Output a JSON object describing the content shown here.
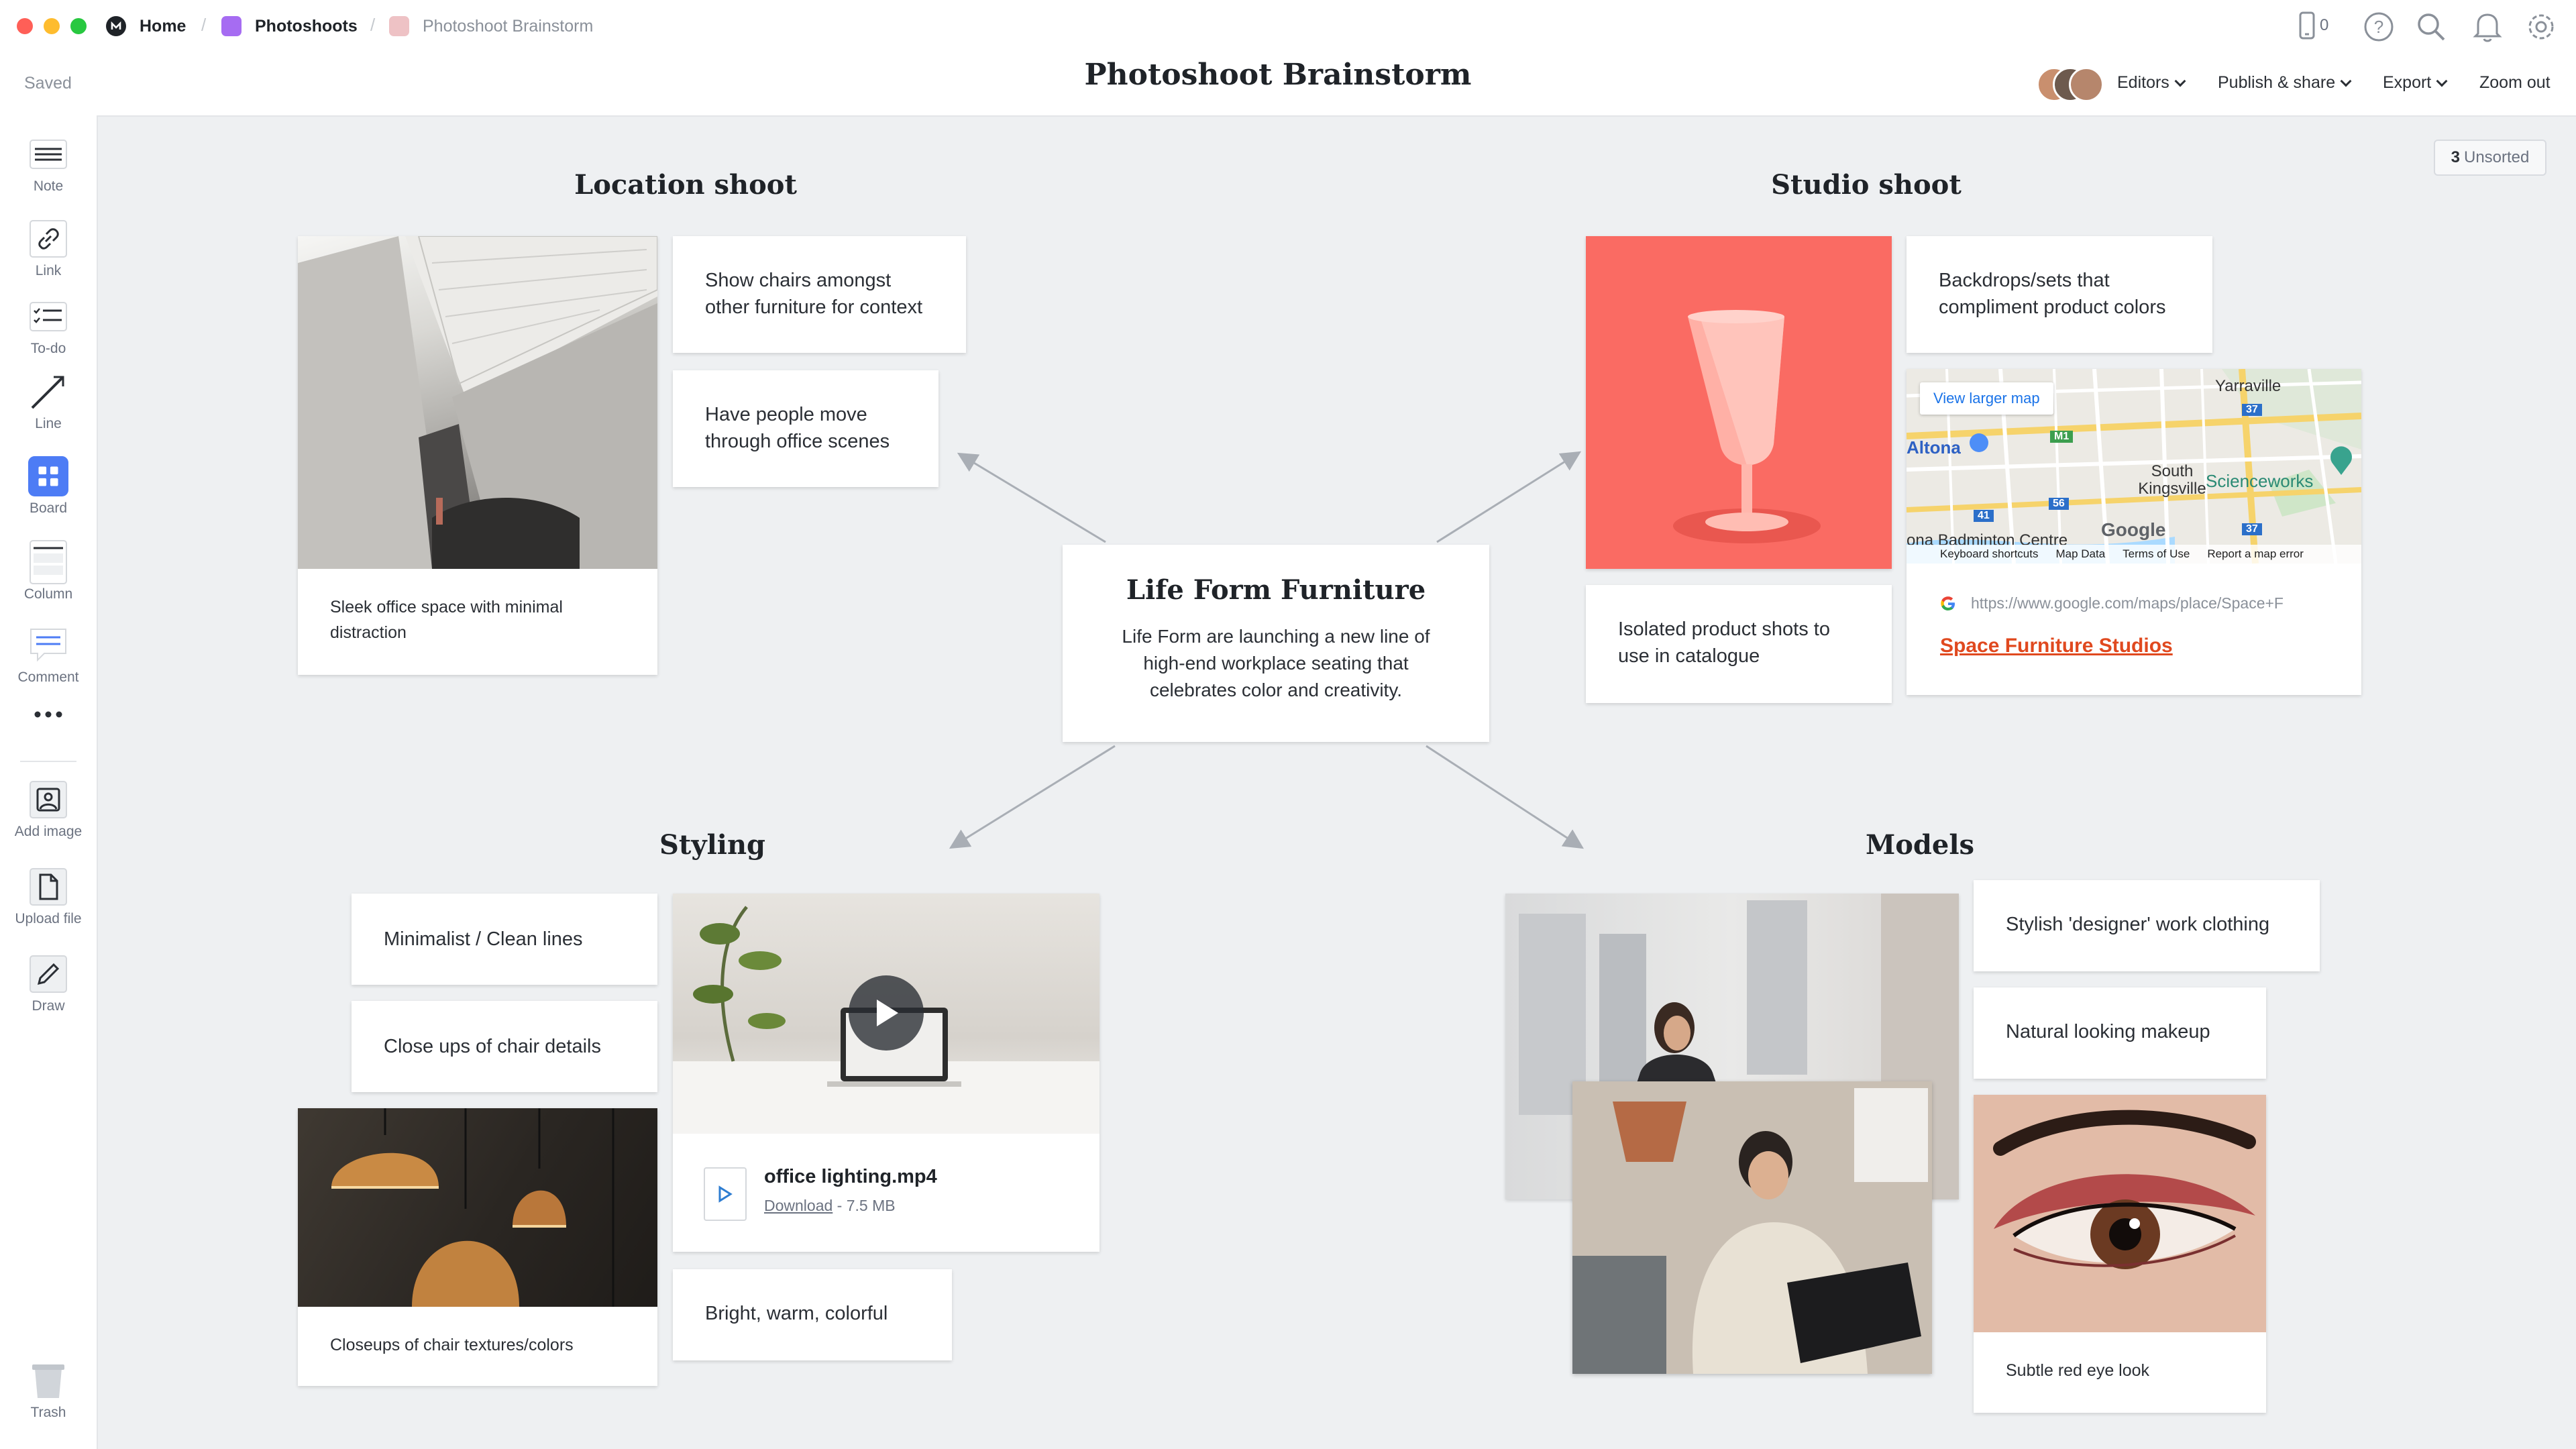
{
  "window": {
    "traffic_lights": [
      "#ff5f57",
      "#febc2e",
      "#28c840"
    ]
  },
  "breadcrumb": [
    {
      "label": "Home",
      "icon": "milanote-logo-icon",
      "color": "#1f2328"
    },
    {
      "label": "Photoshoots",
      "icon": "board-square-icon",
      "color": "#a66cf2"
    },
    {
      "label": "Photoshoot Brainstorm",
      "icon": "board-square-icon",
      "color": "#eec2c5"
    }
  ],
  "header": {
    "saved": "Saved",
    "title": "Photoshoot Brainstorm",
    "notifications_count": "0",
    "editors_label": "Editors",
    "publish_label": "Publish & share",
    "export_label": "Export",
    "zoom_label": "Zoom out"
  },
  "sidebar": {
    "tools": [
      {
        "label": "Note",
        "icon": "note-icon"
      },
      {
        "label": "Link",
        "icon": "link-icon"
      },
      {
        "label": "To-do",
        "icon": "todo-icon"
      },
      {
        "label": "Line",
        "icon": "line-icon"
      },
      {
        "label": "Board",
        "icon": "board-icon"
      },
      {
        "label": "Column",
        "icon": "column-icon"
      },
      {
        "label": "Comment",
        "icon": "comment-icon"
      },
      {
        "label": "Add image",
        "icon": "add-image-icon"
      },
      {
        "label": "Upload file",
        "icon": "upload-file-icon"
      },
      {
        "label": "Draw",
        "icon": "draw-icon"
      },
      {
        "label": "Trash",
        "icon": "trash-icon"
      }
    ],
    "accent": "#4d7cf5"
  },
  "unsorted": {
    "count": "3",
    "label": "Unsorted"
  },
  "center": {
    "title": "Life Form Furniture",
    "body": "Life Form are launching a new line of high-end workplace seating that celebrates color and creativity."
  },
  "sections": {
    "location": {
      "heading": "Location shoot",
      "photo_caption": "Sleek office space with minimal distraction",
      "notes": [
        "Show chairs amongst other furniture for context",
        "Have people move through office scenes"
      ]
    },
    "studio": {
      "heading": "Studio shoot",
      "notes": [
        "Backdrops/sets that compliment product colors",
        "Isolated product shots to use in catalogue"
      ],
      "map": {
        "view_larger": "View larger map",
        "labels": [
          "Altona",
          "Yarraville",
          "South Kingsville",
          "Scienceworks",
          "ona Badminton Centre"
        ],
        "roads": [
          "M1",
          "37",
          "56",
          "41",
          "37"
        ],
        "footer": [
          "Keyboard shortcuts",
          "Map Data",
          "Terms of Use",
          "Report a map error"
        ],
        "google": "Google",
        "url": "https://www.google.com/maps/place/Space+F",
        "link_title": "Space Furniture Studios"
      }
    },
    "styling": {
      "heading": "Styling",
      "notes": [
        "Minimalist / Clean lines",
        "Close ups of chair details",
        "Bright, warm, colorful"
      ],
      "photo_caption": "Closeups of chair textures/colors",
      "file": {
        "name": "office lighting.mp4",
        "download": "Download",
        "size": " - 7.5 MB"
      }
    },
    "models": {
      "heading": "Models",
      "notes": [
        "Stylish 'designer' work clothing",
        "Natural looking makeup"
      ],
      "photo_caption": "Subtle red eye look"
    }
  }
}
